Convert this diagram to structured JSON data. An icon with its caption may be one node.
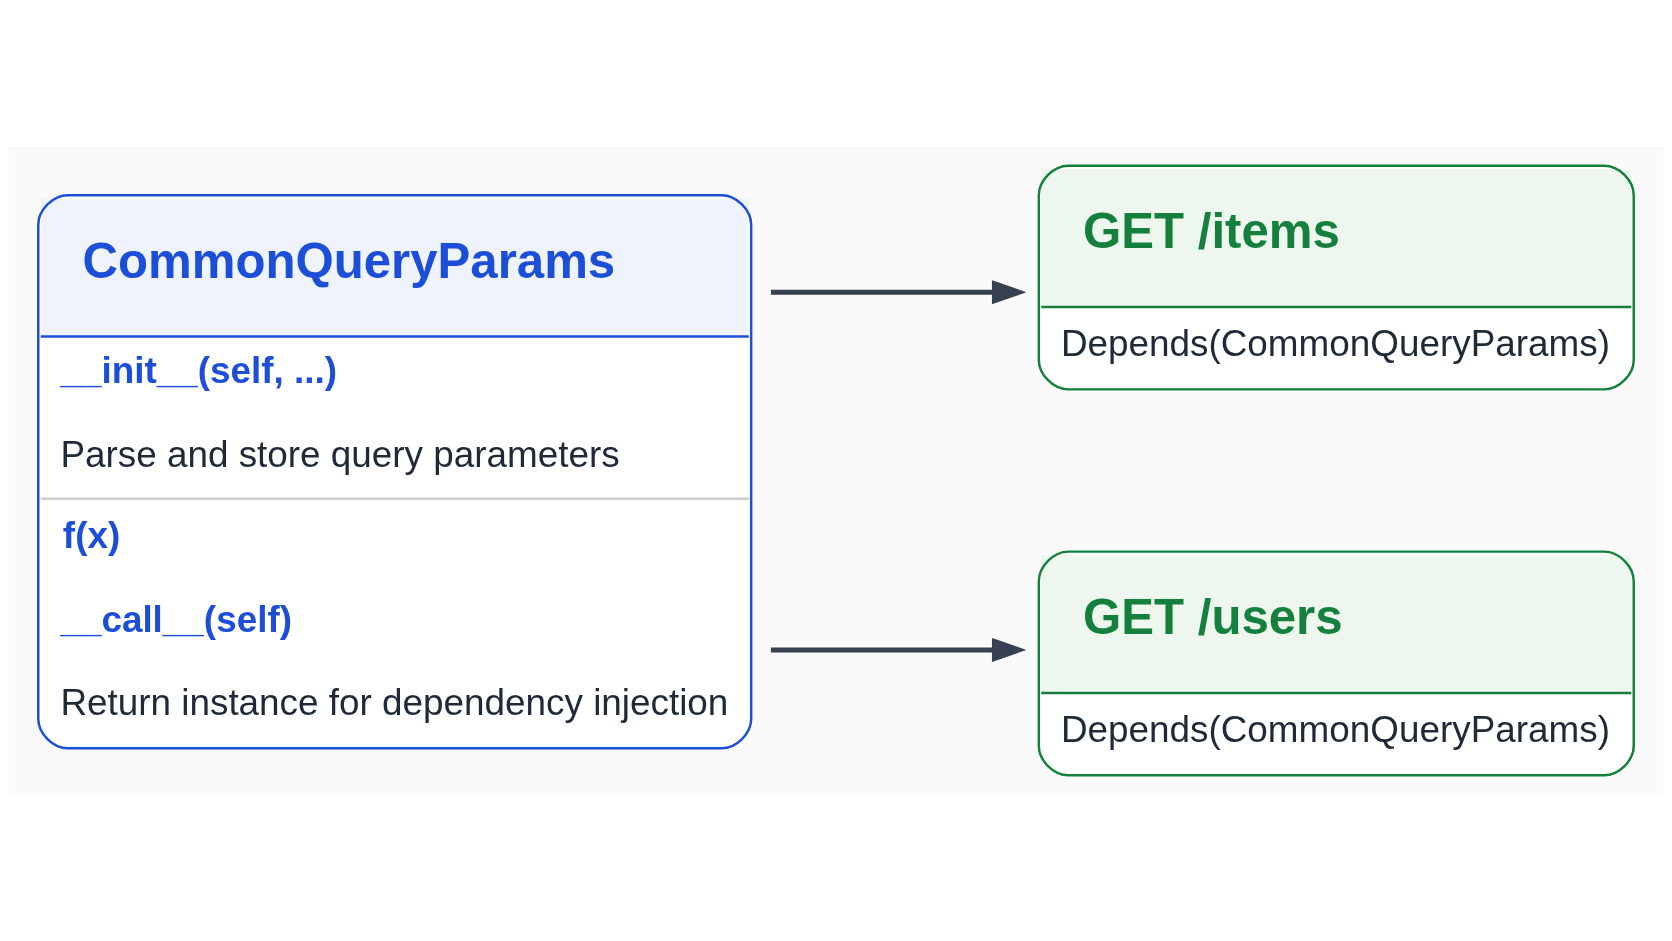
{
  "diagram": {
    "nodes": [
      {
        "text": [
          "CommonQueryParams",
          "__init__(self, ...)",
          "Parse and store query parameters",
          "f(x)",
          "__call__(self)",
          "Return instance for dependency injection"
        ]
      },
      {
        "text": [
          "GET /items",
          "Depends(CommonQueryParams)"
        ]
      },
      {
        "text": [
          "GET /users",
          "Depends(CommonQueryParams)"
        ]
      }
    ],
    "edges": [
      {
        "from": 0,
        "to": 1,
        "arrow": "to"
      },
      {
        "from": 0,
        "to": 2,
        "arrow": "to"
      }
    ]
  }
}
